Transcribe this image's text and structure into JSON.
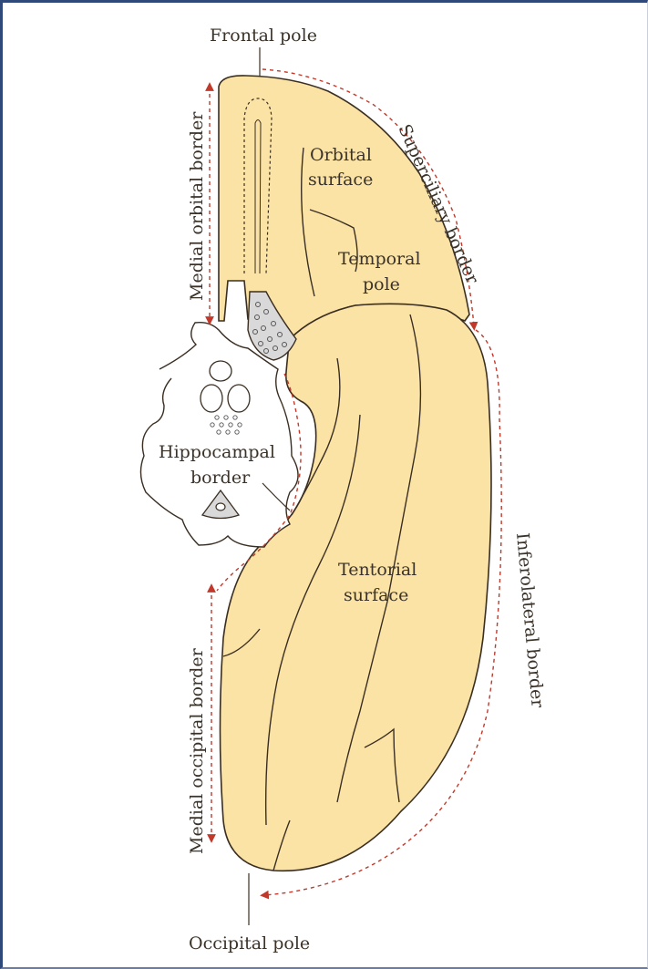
{
  "labels": {
    "frontal_pole": "Frontal pole",
    "medial_orbital_border": "Medial orbital border",
    "orbital_surface_line1": "Orbital",
    "orbital_surface_line2": "surface",
    "superciliary_border": "Superciliary border",
    "temporal_pole_line1": "Temporal",
    "temporal_pole_line2": "pole",
    "hippocampal_border_line1": "Hippocampal",
    "hippocampal_border_line2": "border",
    "tentorial_surface_line1": "Tentorial",
    "tentorial_surface_line2": "surface",
    "inferolateral_border": "Inferolateral border",
    "medial_occipital_border": "Medial occipital border",
    "occipital_pole": "Occipital pole"
  },
  "colors": {
    "brain_fill": "#fbe3a6",
    "outline": "#3a2e22",
    "border_dash": "#c0392b",
    "frame": "#2f4a7a"
  }
}
